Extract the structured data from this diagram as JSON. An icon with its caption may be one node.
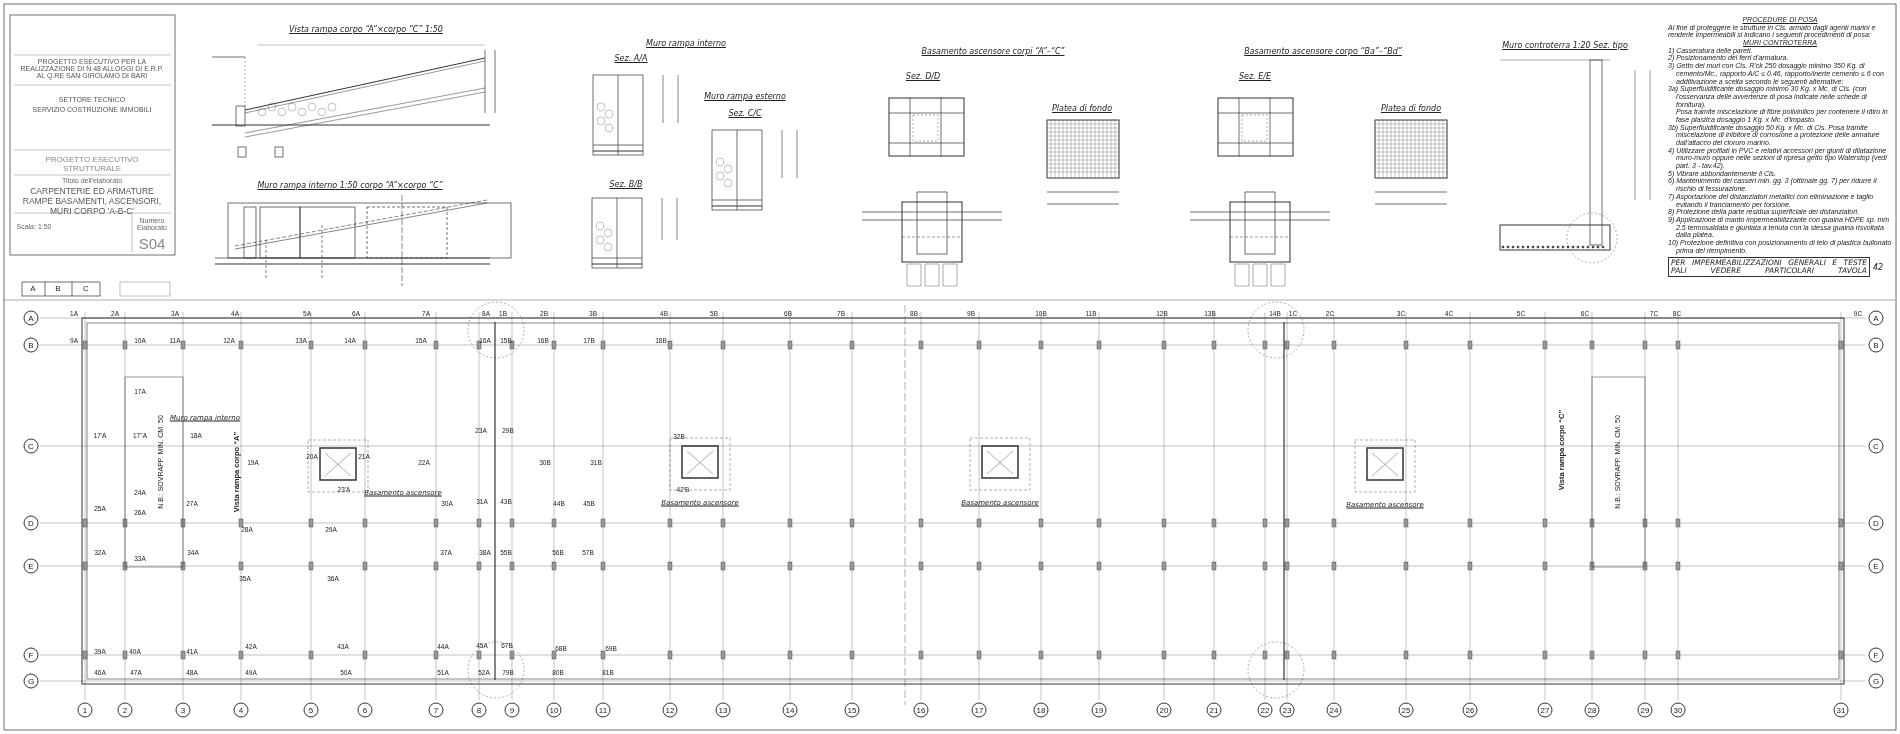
{
  "diagram": {
    "labels": [
      "Vista rampa corpo “A”×corpo “C” 1:50",
      "Muro rampa interno 1:50 corpo “A”×corpo “C”",
      "Muro rampa interno",
      "Sez. A/A",
      "Basamento ascensore corpi “A”–“C”",
      "Basamento ascensore corpo “Ba”–“Bd”",
      "Muro controterra 1:20 Sez. tipo",
      "Sez. D/D",
      "Sez. E/E",
      "Muro rampa esterno",
      "Platea di fondo",
      "Platea di fondo",
      "Sez. C/C",
      "Sez. B/B",
      "PROGETTO ESECUTIVO PER LA REALIZZAZIONE DI N.48 ALLOGGI DI E.R.P. AL Q.RE SAN GIROLAMO DI BARI",
      "SETTORE TECNICO",
      "SERVIZIO COSTRUZIONE IMMOBILI",
      "PROGETTO ESECUTIVO STRUTTURALE",
      "Titolo dell'elaborato",
      "CARPENTERIE ED ARMATURE RAMPE BASAMENTI, ASCENSORI, MURI CORPO 'A-B-C'",
      "Scala: 1:50",
      "Numero Elaborato",
      "S04",
      "PROCEDURE DI POSA",
      "Al fine di proteggere le strutture in Cls. armato dagli agenti marini e renderle impermeabili si indicano i seguenti procedimenti di posa:",
      "MURI CONTROTERRA",
      "1) Casseratura delle pareti.",
      "2) Posizionamento dei ferri d'armatura.",
      "3) Getto dei muri con Cls. R'ck 250 dosaggio minimo 350 Kg. di cemento/Mc., rapporto A/C ≤ 0.46, rapporto/inerte cemento ≤ 6 con additivazione a scelta secondo le seguenti alternative:",
      "3a) Superfluidificante dosaggio minimo 30 Kg. x Mc. di Cls. (con l'osservanza delle avvertenze di posa indicate nelle schede di fornitura).",
      "Posa tramite miscelazione di fibre polivinilico per contenere il ritiro in fase plastica dosaggio 1 Kg. x Mc. d'impasto.",
      "3b) Superfluidificante dosaggio 50 Kg. x Mc. di Cls. Posa tramite miscelazione di inibitore di corrosione a protezione delle armature dall'attacco del cloruro marino.",
      "4) Utilizzare profilati in PVC e relativi accessori per giunti di dilatazione muro-muro oppure nelle sezioni di ripresa getto tipo Waterstop (vedi part. 3 - tav.42).",
      "5) Vibrare abbondantemente il Cls.",
      "6) Mantenimento dei casseri min. gg. 3 (ottimale gg. 7) per ridurre il rischio di fessurazione.",
      "7) Asportazione dei distanziatori metallici con eliminazione e taglio evitando il tranciamento per torsione.",
      "8) Protezione della parte residua superficiale dei distanziatori.",
      "9) Applicazione di manto impermeabilizzante con guaina HDPE sp. mm 2.5 termosaldata e giuntata a tenuta con la stessa guaina risvoltata dalla platea.",
      "10) Protezione definitiva con posizionamento di telo di plastica bullonato prima del riempimento.",
      "PER IMPERMEABILIZZAZIONI GENERALI E TESTE PALI VEDERE PARTICOLARI TAVOLA",
      "42",
      "A",
      "B",
      "C",
      "Basamento ascensore",
      "Basamento ascensore",
      "Basamento ascensore",
      "Basamento ascensore",
      "Muro rampa interno",
      "N.B.: SOVRAPP. MIN. CM. 50",
      "Vista rampa corpo “A”",
      "Vista rampa corpo “C”",
      "N.B.: SOVRAPP. MIN. CM. 50",
      "A",
      "B",
      "C",
      "D",
      "E",
      "F",
      "G",
      "A",
      "B",
      "C",
      "D",
      "E",
      "F",
      "G",
      "1",
      "2",
      "3",
      "4",
      "5",
      "6",
      "7",
      "8",
      "9",
      "10",
      "11",
      "12",
      "13",
      "14",
      "15",
      "16",
      "17",
      "18",
      "19",
      "20",
      "21",
      "22",
      "23",
      "24",
      "25",
      "26",
      "27",
      "28",
      "29",
      "30",
      "31",
      "1A",
      "2A",
      "3A",
      "4A",
      "5A",
      "6A",
      "7A",
      "8A",
      "1B",
      "2B",
      "3B",
      "4B",
      "5B",
      "6B",
      "7B",
      "8B",
      "9B",
      "10B",
      "11B",
      "12B",
      "13B",
      "14B",
      "1C",
      "2C",
      "3C",
      "4C",
      "5C",
      "6C",
      "7C",
      "8C",
      "9C",
      "9A",
      "10A",
      "11A",
      "12A",
      "13A",
      "14A",
      "15A",
      "16A",
      "15B",
      "16B",
      "17B",
      "18B",
      "17A",
      "17'A",
      "17''A",
      "18A",
      "19A",
      "20A",
      "21A",
      "23'A",
      "22A",
      "23A",
      "29B",
      "30B",
      "31B",
      "32B",
      "42'B",
      "25A",
      "24A",
      "26A",
      "27A",
      "28A",
      "29A",
      "30A",
      "31A",
      "43B",
      "44B",
      "45B",
      "32A",
      "33A",
      "34A",
      "35A",
      "36A",
      "37A",
      "38A",
      "55B",
      "56B",
      "57B",
      "39A",
      "40A",
      "41A",
      "42A",
      "43A",
      "44A",
      "45A",
      "67B",
      "68B",
      "69B",
      "46A",
      "47A",
      "48A",
      "49A",
      "50A",
      "51A",
      "52A",
      "79B",
      "80B",
      "81B"
    ]
  }
}
